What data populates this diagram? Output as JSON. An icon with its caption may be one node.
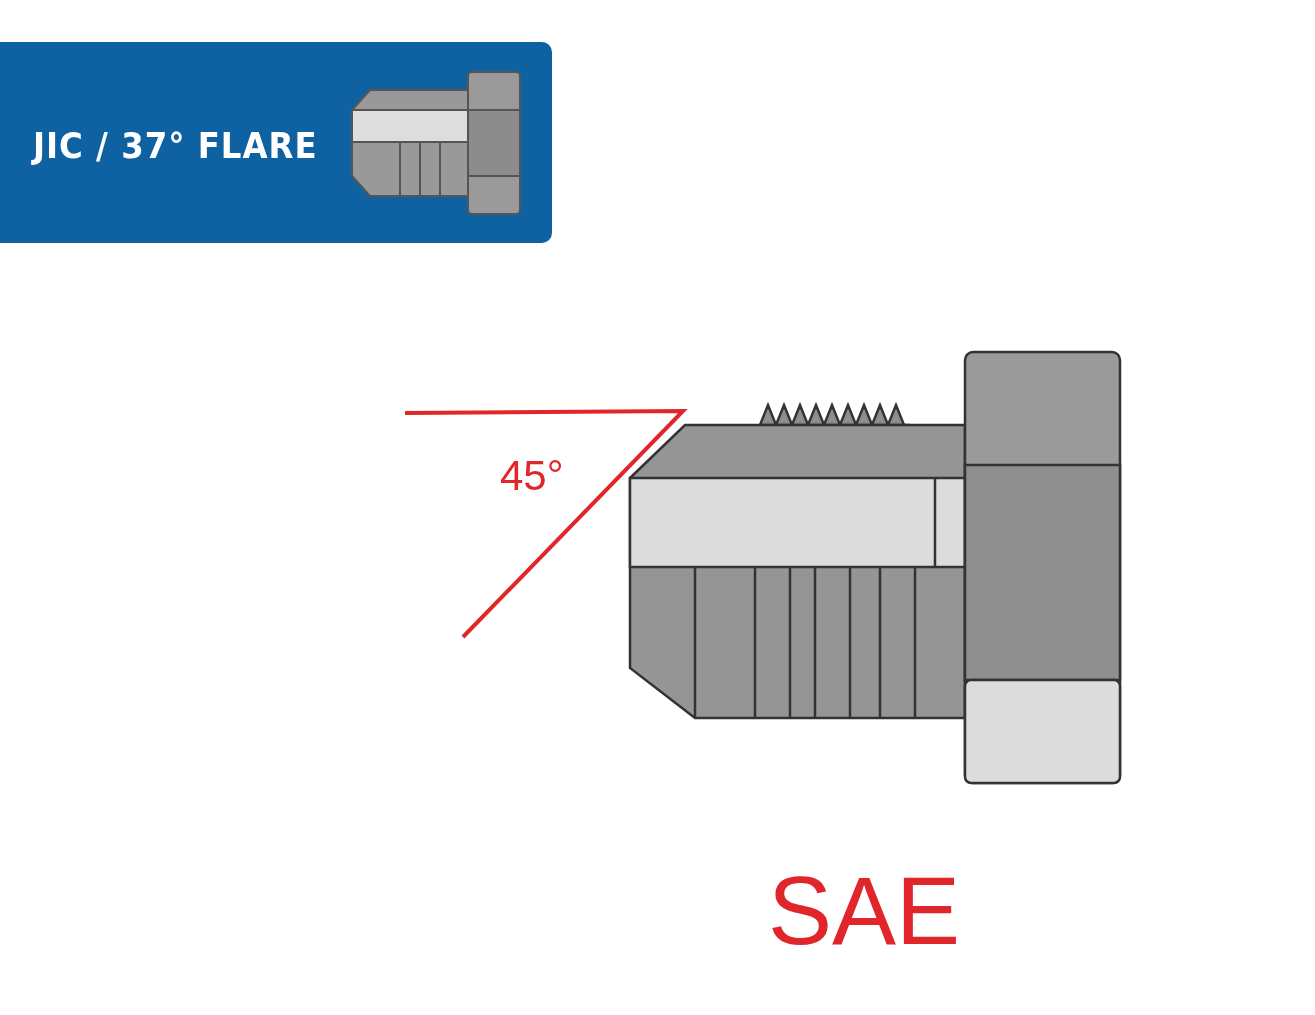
{
  "diagram": {
    "title": "JIC / 37° FLARE",
    "labels": [
      "45°",
      "SAE"
    ]
  }
}
